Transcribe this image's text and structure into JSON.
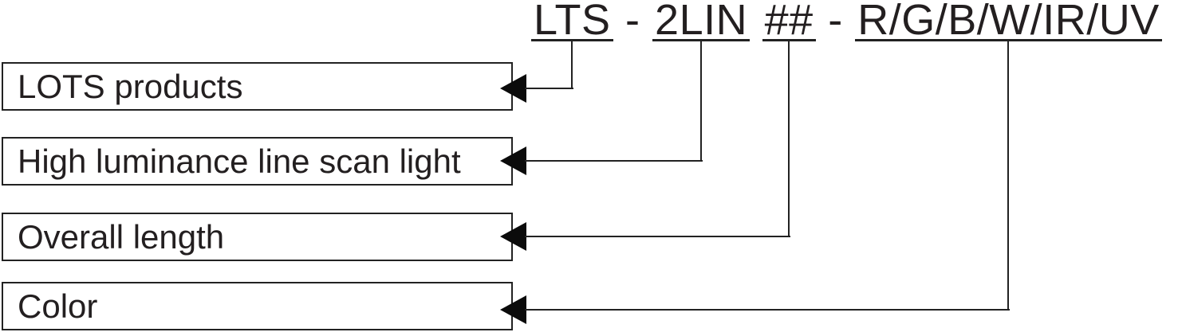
{
  "title": {
    "full_code": "LTS - 2LIN ## - R/G/B/W/IR/UV",
    "segments": [
      {
        "text": "LTS",
        "underlined": true
      },
      {
        "text": " - ",
        "underlined": false
      },
      {
        "text": "2LIN",
        "underlined": true
      },
      {
        "text": " ",
        "underlined": false
      },
      {
        "text": "##",
        "underlined": true
      },
      {
        "text": " - ",
        "underlined": false
      },
      {
        "text": "R/G/B/W/IR/UV",
        "underlined": true
      }
    ]
  },
  "labels": [
    {
      "text": "LOTS products",
      "maps_to": "LTS"
    },
    {
      "text": "High luminance line scan light",
      "maps_to": "2LIN"
    },
    {
      "text": "Overall length",
      "maps_to": "##"
    },
    {
      "text": "Color",
      "maps_to": "R/G/B/W/IR/UV"
    }
  ],
  "colors": {
    "text": "#231f20",
    "line": "#222222",
    "arrow": "#0b0b0b",
    "background": "#ffffff"
  }
}
